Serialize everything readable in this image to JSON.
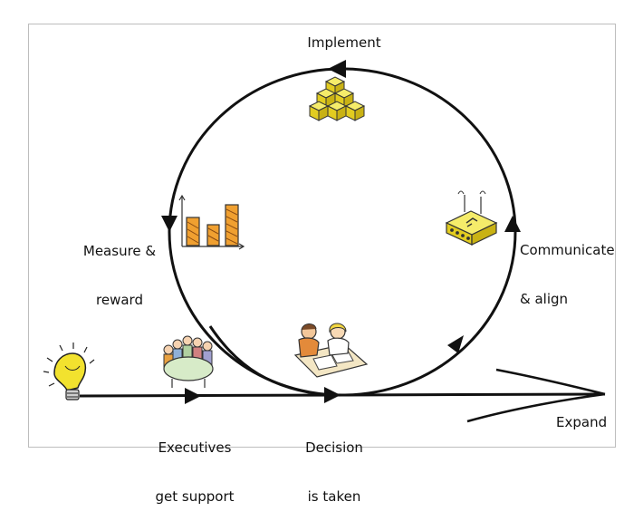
{
  "labels": {
    "implement": "Implement",
    "measure_line1": "Measure &",
    "measure_line2": "reward",
    "communicate_line1": "Communicate",
    "communicate_line2": "& align",
    "executives_line1": "Executives",
    "executives_line2": "get support",
    "decision_line1": "Decision",
    "decision_line2": "is taken",
    "expand": "Expand"
  },
  "icons": {
    "start": "lightbulb-icon",
    "executives": "meeting-table-icon",
    "decision": "people-signing-icon",
    "measure": "bar-chart-icon",
    "implement": "stacked-cubes-icon",
    "communicate": "router-icon"
  },
  "colors": {
    "line": "#111111",
    "yellow": "#f2e22e",
    "orange": "#f0a030",
    "frame": "#bdbdbd"
  }
}
